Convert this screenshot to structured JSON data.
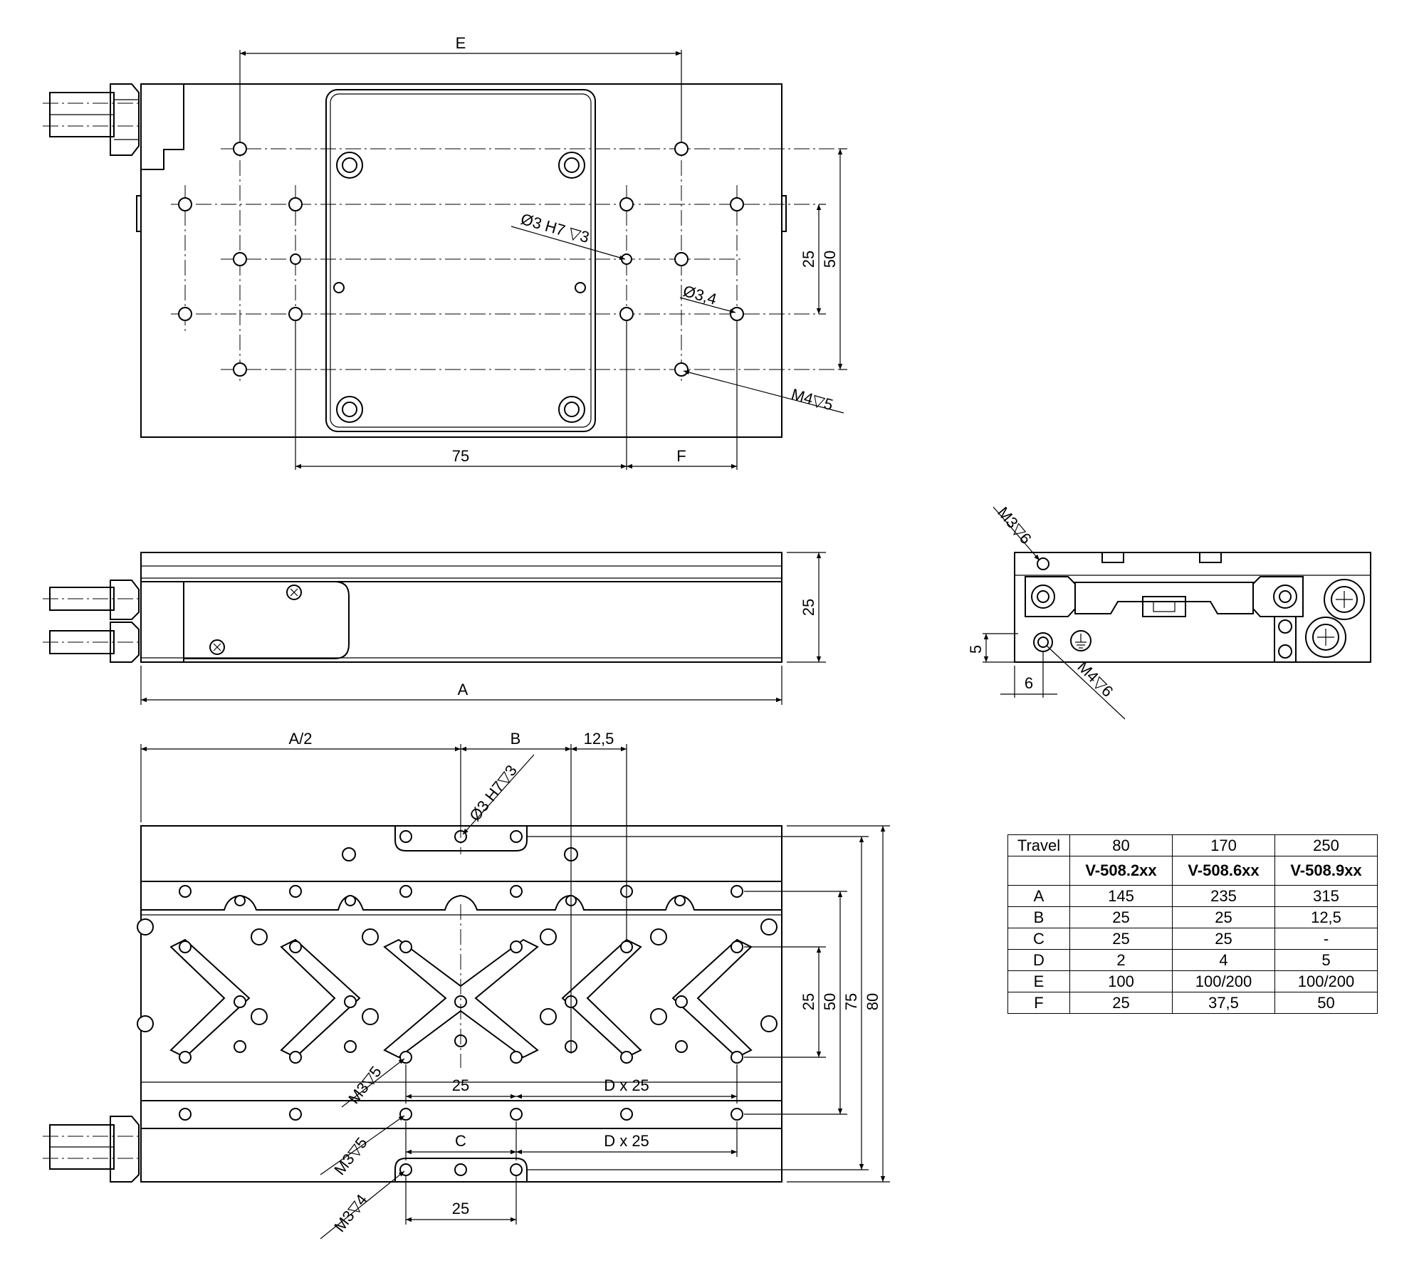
{
  "top_view": {
    "dim_E": "E",
    "dim_75": "75",
    "dim_F": "F",
    "dim_25": "25",
    "dim_50": "50",
    "label_pin": "Ø3 H7 ▽3",
    "label_hole": "Ø3,4",
    "label_thread": "M4▽5"
  },
  "side_view": {
    "dim_A": "A",
    "dim_25": "25"
  },
  "end_view": {
    "label_m3": "M3▽6",
    "label_m4": "M4▽6",
    "dim_5": "5",
    "dim_6": "6"
  },
  "bottom_view": {
    "dim_A2": "A/2",
    "dim_B": "B",
    "dim_125": "12,5",
    "label_pin": "Ø3 H7▽3",
    "dim_25_center": "25",
    "dim_Dx25_upper": "D x 25",
    "dim_C": "C",
    "dim_Dx25_lower": "D x 25",
    "dim_25_bottom": "25",
    "dim_25_right": "25",
    "dim_50_right": "50",
    "dim_75_right": "75",
    "dim_80_right": "80",
    "label_m3_5a": "M3▽5",
    "label_m3_5b": "M3▽5",
    "label_m3_4": "M3▽4"
  },
  "table": {
    "header": [
      "Travel",
      "80",
      "170",
      "250"
    ],
    "models": [
      "",
      "V-508.2xx",
      "V-508.6xx",
      "V-508.9xx"
    ],
    "rows": [
      [
        "A",
        "145",
        "235",
        "315"
      ],
      [
        "B",
        "25",
        "25",
        "12,5"
      ],
      [
        "C",
        "25",
        "25",
        "-"
      ],
      [
        "D",
        "2",
        "4",
        "5"
      ],
      [
        "E",
        "100",
        "100/200",
        "100/200"
      ],
      [
        "F",
        "25",
        "37,5",
        "50"
      ]
    ]
  }
}
